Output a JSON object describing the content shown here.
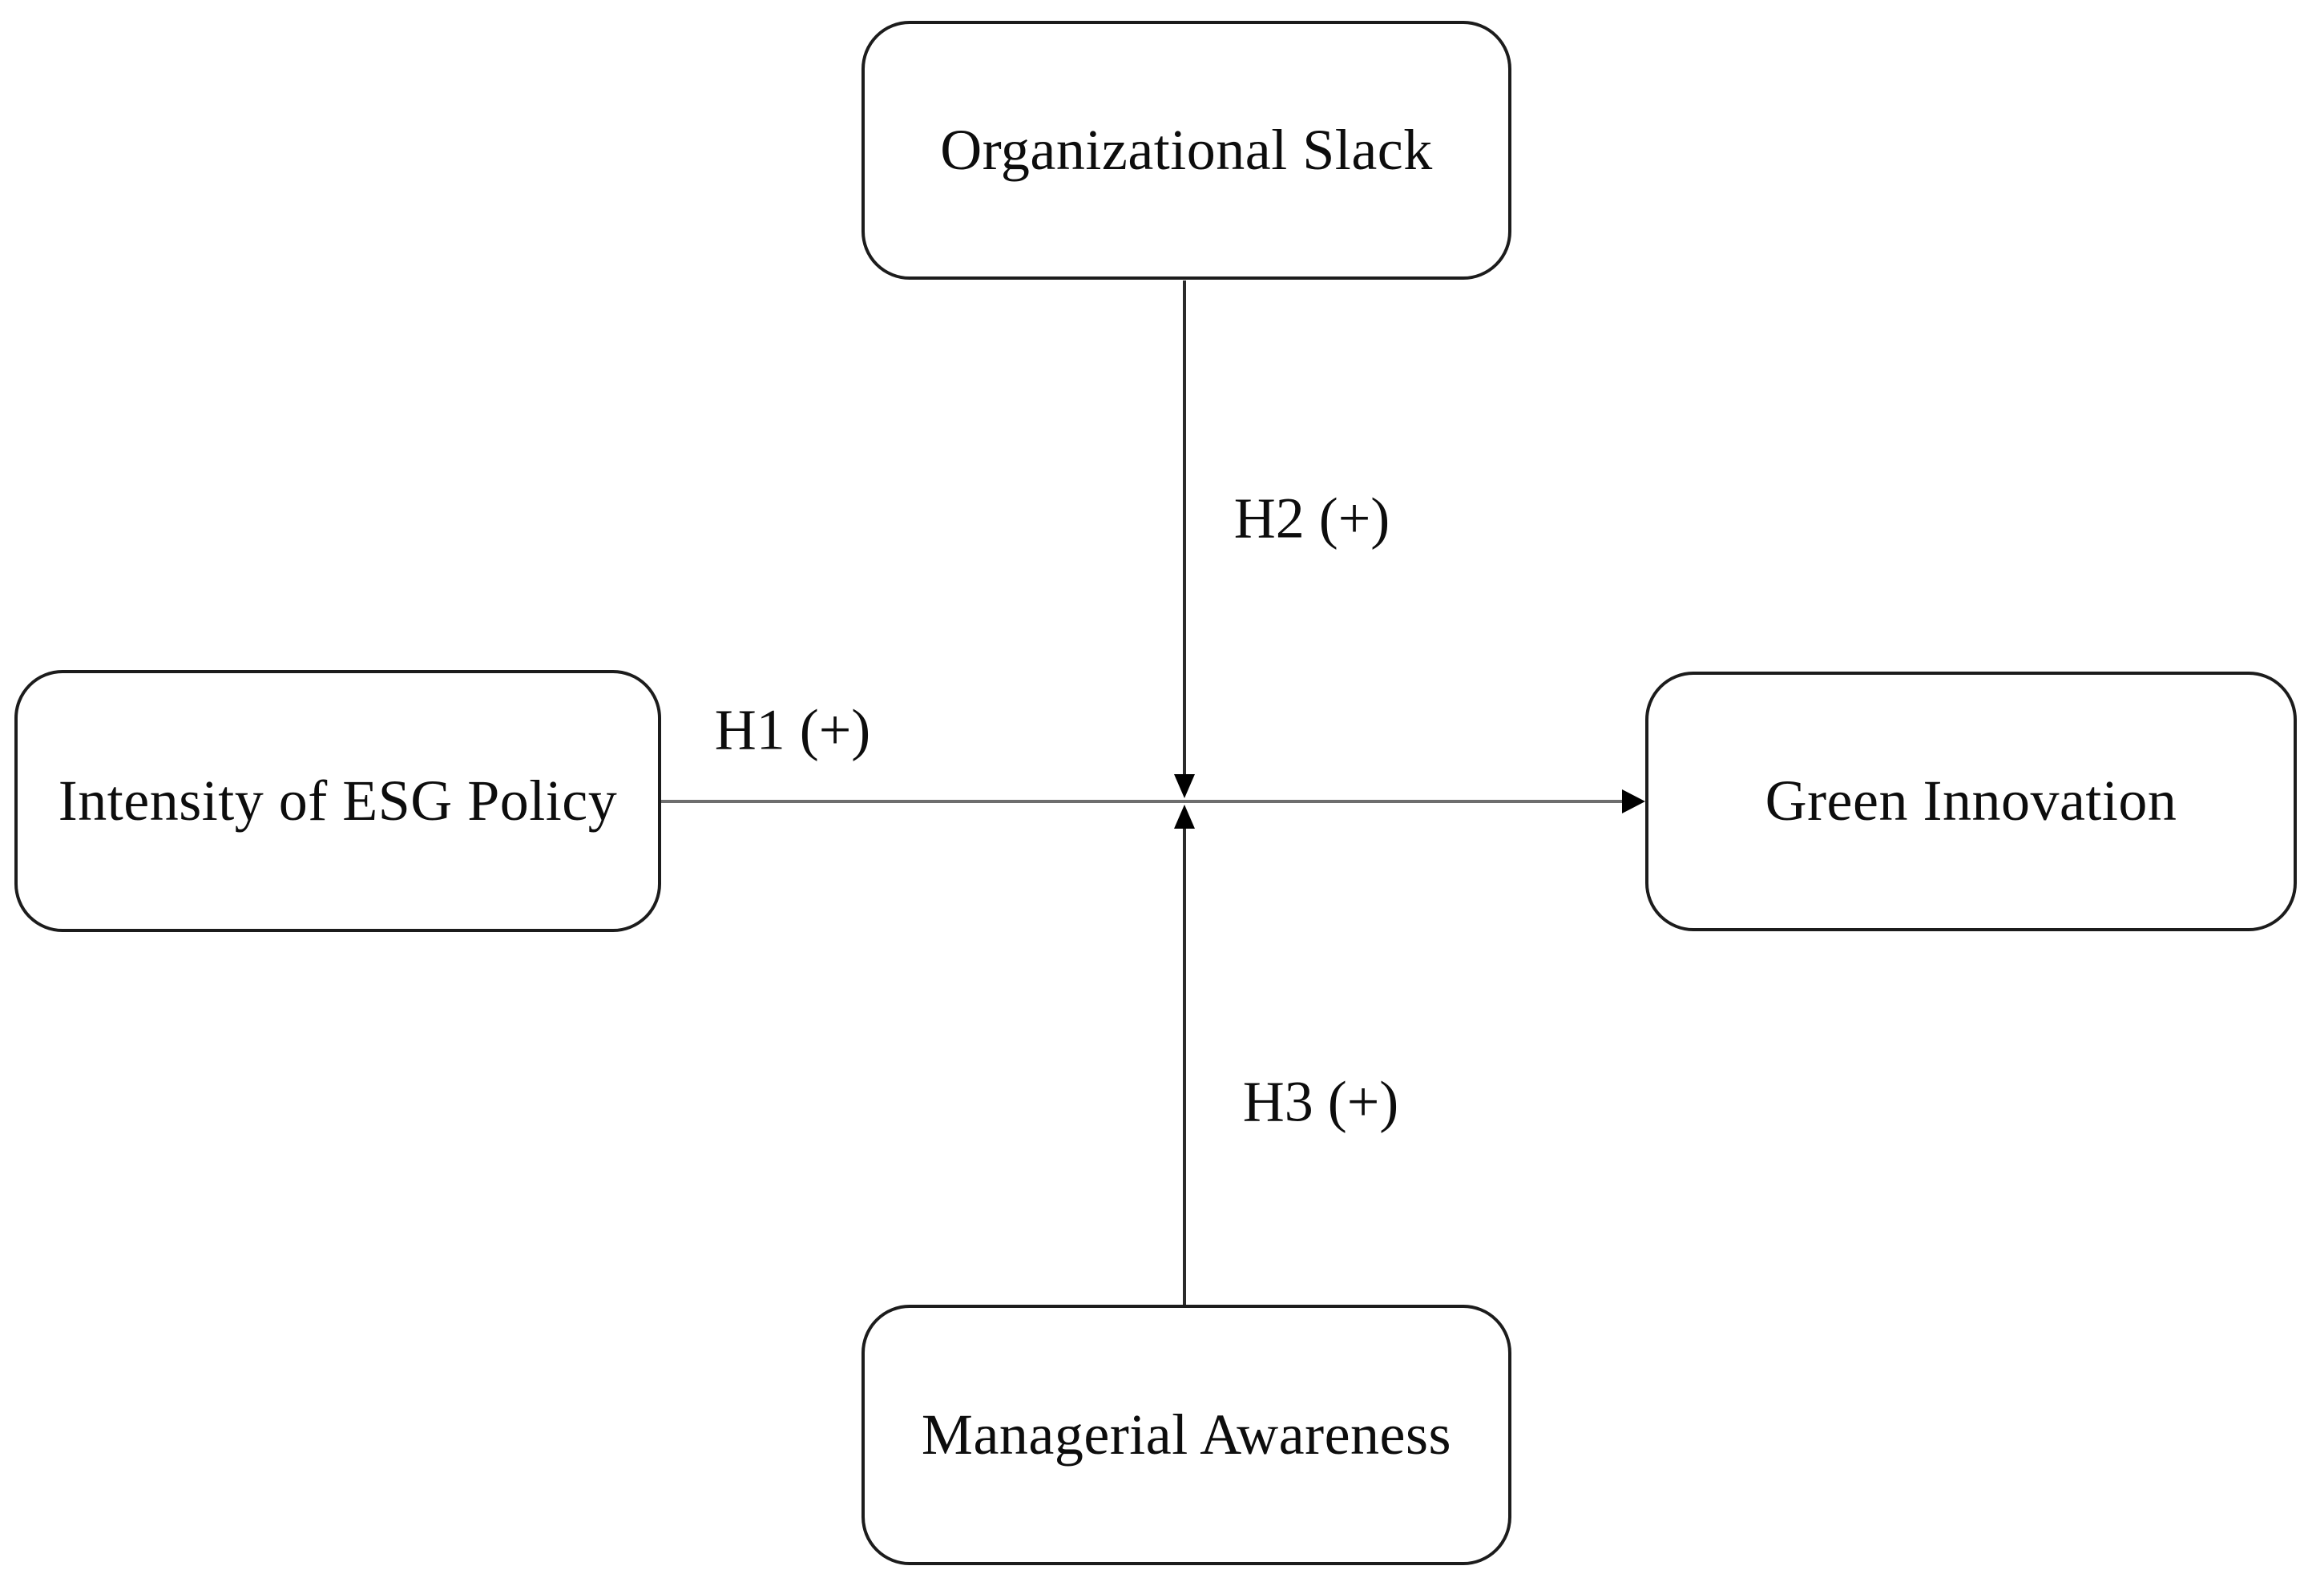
{
  "figure": {
    "type": "conceptual-model-diagram",
    "background": "#ffffff",
    "nodes": {
      "organizational_slack": "Organizational Slack",
      "intensity_of_esg_policy": "Intensity of ESG Policy",
      "green_innovation": "Green Innovation",
      "managerial_awareness": "Managerial Awareness"
    },
    "edges": [
      {
        "id": "H1",
        "label": "H1 (+)",
        "from": "intensity_of_esg_policy",
        "to": "green_innovation",
        "kind": "direct-arrow"
      },
      {
        "id": "H2",
        "label": "H2 (+)",
        "from": "organizational_slack",
        "to": "H1-path",
        "kind": "moderation-arrow"
      },
      {
        "id": "H3",
        "label": "H3 (+)",
        "from": "managerial_awareness",
        "to": "H1-path",
        "kind": "moderation-arrow"
      }
    ],
    "colors": {
      "node_border": "#1c1c1c",
      "node_fill": "#ffffff",
      "text": "#0d0d0d",
      "horizontal_arrow": "#6e6e6e",
      "vertical_arrow": "#2b2b2b",
      "arrowhead": "#000000"
    }
  }
}
